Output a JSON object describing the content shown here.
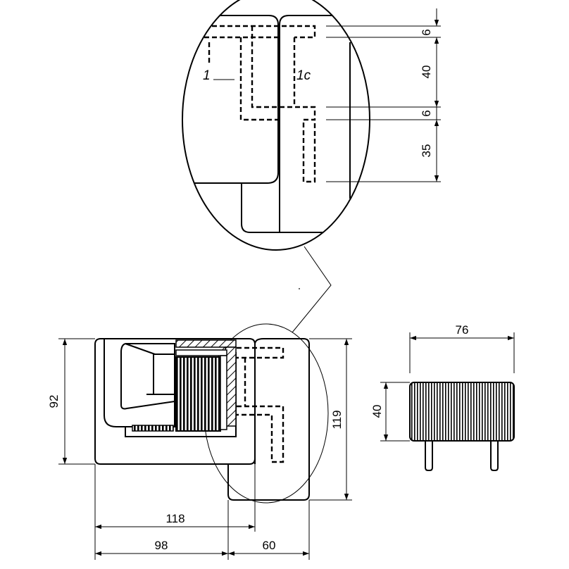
{
  "detail": {
    "labels": {
      "left": "1",
      "right": "1c"
    },
    "dimensions": {
      "d1": "6",
      "d2": "40",
      "d3": "6",
      "d4": "35"
    }
  },
  "front_view": {
    "dimensions": {
      "height_left": "92",
      "height_right": "119",
      "width_total_a": "118",
      "width_left": "98",
      "width_right": "60"
    }
  },
  "side_view": {
    "dimensions": {
      "width": "76",
      "height": "40"
    }
  }
}
